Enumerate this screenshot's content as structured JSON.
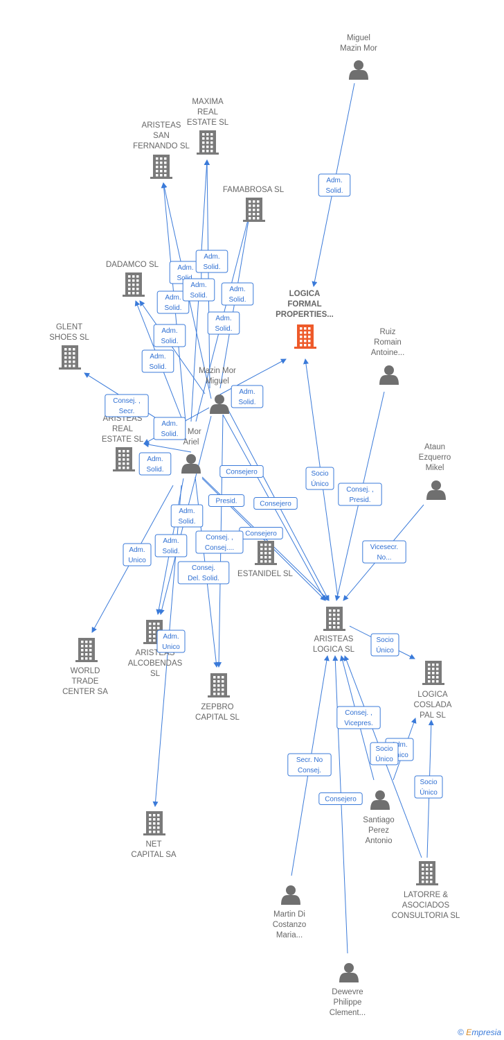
{
  "colors": {
    "edge": "#3a7ad9",
    "building": "#7a7a7a",
    "building_main": "#ee5a2a",
    "person": "#6f6f6f",
    "label": "#666666"
  },
  "footer": {
    "copyright": "©",
    "brand_initial": "E",
    "brand_rest": "mpresia"
  },
  "nodes": [
    {
      "id": "miguel_top",
      "type": "person",
      "label": [
        "Miguel",
        "Mazin Mor"
      ]
    },
    {
      "id": "maxima",
      "type": "company",
      "label": [
        "MAXIMA",
        "REAL",
        "ESTATE  SL"
      ]
    },
    {
      "id": "aristeas_sf",
      "type": "company",
      "label": [
        "ARISTEAS",
        "SAN",
        "FERNANDO  SL"
      ]
    },
    {
      "id": "famabrosa",
      "type": "company",
      "label": [
        "FAMABROSA SL"
      ]
    },
    {
      "id": "dadamco",
      "type": "company",
      "label": [
        "DADAMCO SL"
      ]
    },
    {
      "id": "logica_formal",
      "type": "company",
      "main": true,
      "label": [
        "LOGICA",
        "FORMAL",
        "PROPERTIES..."
      ]
    },
    {
      "id": "ruiz",
      "type": "person",
      "label": [
        "Ruiz",
        "Romain",
        "Antoine..."
      ]
    },
    {
      "id": "glent",
      "type": "company",
      "label": [
        "GLENT",
        "SHOES  SL"
      ]
    },
    {
      "id": "mazin_miguel",
      "type": "person",
      "label": [
        "Mazin Mor",
        "Miguel"
      ]
    },
    {
      "id": "aristeas_re",
      "type": "company",
      "label": [
        "ARISTEAS",
        "REAL",
        "ESTATE  SL"
      ]
    },
    {
      "id": "ariel",
      "type": "person",
      "label": [
        "n Mor",
        "Ariel"
      ]
    },
    {
      "id": "ataun",
      "type": "person",
      "label": [
        "Ataun",
        "Ezquerro",
        "Mikel"
      ]
    },
    {
      "id": "estanidel",
      "type": "company",
      "label": [
        "ESTANIDEL SL"
      ]
    },
    {
      "id": "aristeas_logica",
      "type": "company",
      "label": [
        "ARISTEAS",
        "LOGICA  SL"
      ]
    },
    {
      "id": "wtc",
      "type": "company",
      "label": [
        "WORLD",
        "TRADE",
        "CENTER SA"
      ]
    },
    {
      "id": "aristeas_alc",
      "type": "company",
      "label": [
        "ARISTEAS",
        "ALCOBENDAS",
        "SL"
      ]
    },
    {
      "id": "zepbro",
      "type": "company",
      "label": [
        "ZEPBRO",
        "CAPITAL  SL"
      ]
    },
    {
      "id": "logica_coslada",
      "type": "company",
      "label": [
        "LOGICA",
        "COSLADA",
        "PAL  SL"
      ]
    },
    {
      "id": "santiago",
      "type": "person",
      "label": [
        "Santiago",
        "Perez",
        "Antonio"
      ]
    },
    {
      "id": "net",
      "type": "company",
      "label": [
        "NET",
        "CAPITAL SA"
      ]
    },
    {
      "id": "latorre",
      "type": "company",
      "label": [
        "LATORRE &",
        "ASOCIADOS",
        "CONSULTORIA SL"
      ]
    },
    {
      "id": "martin",
      "type": "person",
      "label": [
        "Martin Di",
        "Costanzo",
        "Maria..."
      ]
    },
    {
      "id": "dewevre",
      "type": "person",
      "label": [
        "Dewevre",
        "Philippe",
        "Clement..."
      ]
    }
  ],
  "edges": [
    {
      "from": "miguel_top",
      "to": "logica_formal",
      "label": [
        "Adm.",
        "Solid."
      ]
    },
    {
      "from": "ariel",
      "to": "aristeas_sf",
      "label": [
        "Adm.",
        "Solid."
      ]
    },
    {
      "from": "ariel",
      "to": "maxima",
      "label": [
        "Adm.",
        "Solid."
      ]
    },
    {
      "from": "mazin_miguel",
      "to": "aristeas_sf",
      "label": [
        "Adm.",
        "Solid."
      ]
    },
    {
      "from": "mazin_miguel",
      "to": "maxima",
      "label": [
        "Adm.",
        "Solid."
      ]
    },
    {
      "from": "mazin_miguel",
      "to": "famabrosa",
      "label": [
        "Adm.",
        "Solid."
      ]
    },
    {
      "from": "ariel",
      "to": "famabrosa",
      "label": [
        "Adm.",
        "Solid."
      ]
    },
    {
      "from": "mazin_miguel",
      "to": "dadamco",
      "label": [
        "Adm.",
        "Solid."
      ]
    },
    {
      "from": "ariel",
      "to": "dadamco",
      "label": [
        "Adm.",
        "Solid."
      ]
    },
    {
      "from": "ariel",
      "to": "glent",
      "label": [
        "Consej. ,",
        "Secr."
      ]
    },
    {
      "from": "mazin_miguel",
      "to": "aristeas_re",
      "label": [
        "Adm.",
        "Solid."
      ]
    },
    {
      "from": "ariel",
      "to": "aristeas_re",
      "label": [
        "Adm.",
        "Solid."
      ]
    },
    {
      "from": "ariel",
      "to": "logica_formal",
      "label": [
        "Adm.",
        "Solid."
      ]
    },
    {
      "from": "mazin_miguel",
      "to": "aristeas_logica",
      "label": [
        "Consejero"
      ]
    },
    {
      "from": "ariel",
      "to": "aristeas_logica",
      "label": [
        "Presid."
      ]
    },
    {
      "from": "mazin_miguel",
      "to": "aristeas_logica",
      "label": [
        "Consejero"
      ]
    },
    {
      "from": "ariel",
      "to": "aristeas_logica",
      "label": [
        "Consejero"
      ]
    },
    {
      "from": "ariel",
      "to": "aristeas_alc",
      "label": [
        "Adm.",
        "Solid."
      ]
    },
    {
      "from": "ariel",
      "to": "wtc",
      "label": [
        "Adm.",
        "Unico"
      ]
    },
    {
      "from": "mazin_miguel",
      "to": "aristeas_alc",
      "label": [
        "Adm.",
        "Solid."
      ]
    },
    {
      "from": "mazin_miguel",
      "to": "zepbro",
      "label": [
        "Consej. ,",
        "Consej...."
      ]
    },
    {
      "from": "ariel",
      "to": "zepbro",
      "label": [
        "Consej.",
        "Del. Solid."
      ]
    },
    {
      "from": "ariel",
      "to": "net",
      "label": [
        "Adm.",
        "Unico"
      ]
    },
    {
      "from": "aristeas_logica",
      "to": "logica_formal",
      "label": [
        "Socio",
        "Único"
      ]
    },
    {
      "from": "ruiz",
      "to": "aristeas_logica",
      "label": [
        "Consej. ,",
        "Presid."
      ]
    },
    {
      "from": "ataun",
      "to": "aristeas_logica",
      "label": [
        "Vicesecr.",
        "No..."
      ]
    },
    {
      "from": "aristeas_logica",
      "to": "logica_coslada",
      "label": [
        "Socio",
        "Único"
      ]
    },
    {
      "from": "santiago",
      "to": "aristeas_logica",
      "label": [
        "Consej. ,",
        "Vicepres."
      ]
    },
    {
      "from": "santiago",
      "to": "logica_coslada",
      "label": [
        "Adm.",
        "Unico"
      ]
    },
    {
      "from": "latorre",
      "to": "aristeas_logica",
      "label": [
        "Socio",
        "Único"
      ]
    },
    {
      "from": "latorre",
      "to": "logica_coslada",
      "label": [
        "Socio",
        "Único"
      ]
    },
    {
      "from": "martin",
      "to": "aristeas_logica",
      "label": [
        "Secr.  No",
        "Consej."
      ]
    },
    {
      "from": "dewevre",
      "to": "aristeas_logica",
      "label": [
        "Consejero"
      ]
    }
  ]
}
